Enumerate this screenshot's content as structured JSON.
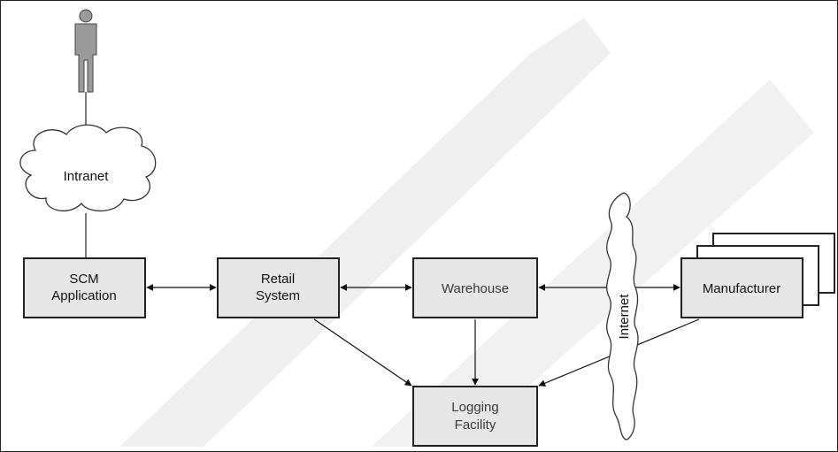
{
  "diagram": {
    "nodes": {
      "scm": {
        "line1": "SCM",
        "line2": "Application"
      },
      "retail": {
        "line1": "Retail",
        "line2": "System"
      },
      "warehouse": {
        "label": "Warehouse"
      },
      "logging": {
        "line1": "Logging",
        "line2": "Facility"
      },
      "manufacturer": {
        "label": "Manufacturer"
      },
      "intranet": {
        "label": "Intranet"
      },
      "internet": {
        "label": "Internet"
      },
      "user": {
        "icon": "person-icon"
      }
    },
    "colors": {
      "box_fill": "#e6e6e6",
      "box_stroke": "#222222",
      "cloud_stroke": "#333333",
      "person_fill": "#9a9a9a",
      "watermark": "#ededed"
    }
  }
}
